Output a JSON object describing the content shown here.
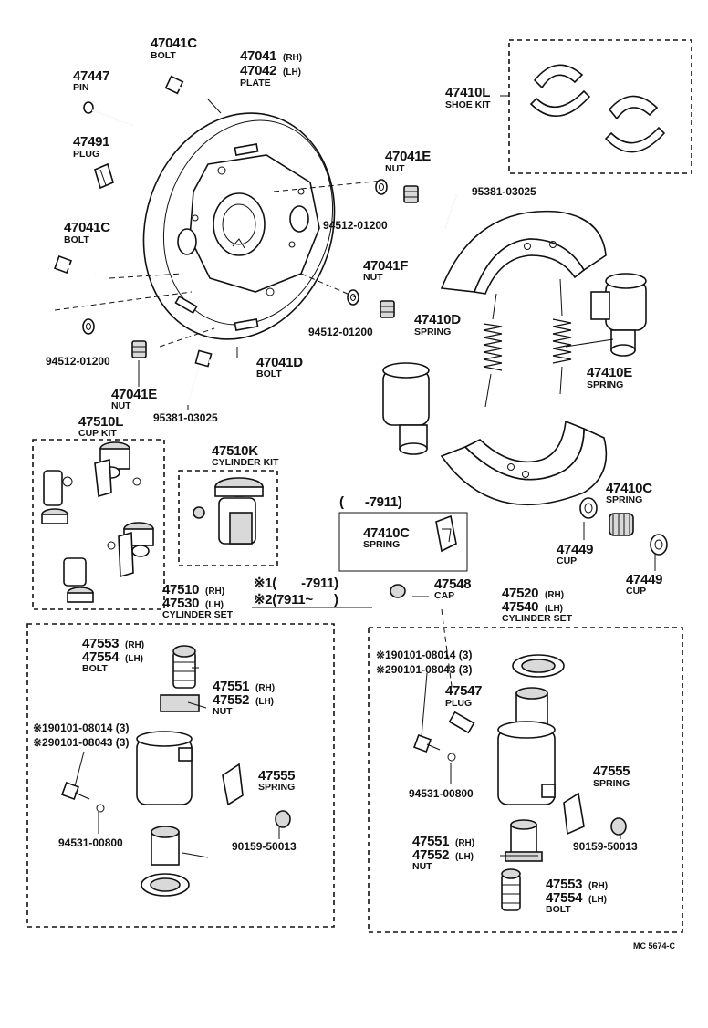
{
  "diagram_code": "MC 5674-C",
  "labels": {
    "p47041c_top": {
      "num": "47041C",
      "name": "BOLT"
    },
    "p47041_plate": {
      "num_rh": "47041",
      "suf_rh": "(RH)",
      "num_lh": "47042",
      "suf_lh": "(LH)",
      "name": "PLATE"
    },
    "p47447": {
      "num": "47447",
      "name": "PIN"
    },
    "p47491": {
      "num": "47491",
      "name": "PLUG"
    },
    "p47410l": {
      "num": "47410L",
      "name": "SHOE KIT"
    },
    "p47041e_right": {
      "num": "47041E",
      "name": "NUT"
    },
    "p95381_top": {
      "num": "95381-03025"
    },
    "p47041c_left": {
      "num": "47041C",
      "name": "BOLT"
    },
    "p94512_a": {
      "num": "94512-01200"
    },
    "p47041f": {
      "num": "47041F",
      "name": "NUT"
    },
    "p94512_b": {
      "num": "94512-01200"
    },
    "p94512_c": {
      "num": "94512-01200"
    },
    "p47410d": {
      "num": "47410D",
      "name": "SPRING"
    },
    "p47041d": {
      "num": "47041D",
      "name": "BOLT"
    },
    "p47041e_left": {
      "num": "47041E",
      "name": "NUT"
    },
    "p47410e": {
      "num": "47410E",
      "name": "SPRING"
    },
    "p95381_bottom": {
      "num": "95381-03025"
    },
    "p47510l": {
      "num": "47510L",
      "name": "CUP KIT"
    },
    "p47510k": {
      "num": "47510K",
      "name": "CYLINDER KIT"
    },
    "range_box": {
      "text": "(      -7911)"
    },
    "p47410c_box": {
      "num": "47410C",
      "name": "SPRING"
    },
    "p47410c_right": {
      "num": "47410C",
      "name": "SPRING"
    },
    "p47449_a": {
      "num": "47449",
      "name": "CUP"
    },
    "p47449_b": {
      "num": "47449",
      "name": "CUP"
    },
    "p47510": {
      "num_rh": "47510",
      "suf_rh": "(RH)",
      "num_lh": "47530",
      "suf_lh": "(LH)",
      "name": "CYLINDER SET"
    },
    "notes": {
      "n1": "※1(       -7911)",
      "n2": "※2(7911~      )"
    },
    "p47548": {
      "num": "47548",
      "name": "CAP"
    },
    "p47520": {
      "num_rh": "47520",
      "suf_rh": "(RH)",
      "num_lh": "47540",
      "suf_lh": "(LH)",
      "name": "CYLINDER SET"
    },
    "p47553_left": {
      "num_rh": "47553",
      "suf_rh": "(RH)",
      "num_lh": "47554",
      "suf_lh": "(LH)",
      "name": "BOLT"
    },
    "p47551_left": {
      "num_rh": "47551",
      "suf_rh": "(RH)",
      "num_lh": "47552",
      "suf_lh": "(LH)",
      "name": "NUT"
    },
    "p190101_left": {
      "l1": "※190101-08014 (3)",
      "l2": "※290101-08043 (3)"
    },
    "p47555_left": {
      "num": "47555",
      "name": "SPRING"
    },
    "p94531_left": {
      "num": "94531-00800"
    },
    "p90159_left": {
      "num": "90159-50013"
    },
    "p190101_right": {
      "l1": "※190101-08014 (3)",
      "l2": "※290101-08043 (3)"
    },
    "p47547": {
      "num": "47547",
      "name": "PLUG"
    },
    "p94531_right": {
      "num": "94531-00800"
    },
    "p47555_right": {
      "num": "47555",
      "name": "SPRING"
    },
    "p90159_right": {
      "num": "90159-50013"
    },
    "p47551_right": {
      "num_rh": "47551",
      "suf_rh": "(RH)",
      "num_lh": "47552",
      "suf_lh": "(LH)",
      "name": "NUT"
    },
    "p47553_right": {
      "num_rh": "47553",
      "suf_rh": "(RH)",
      "num_lh": "47554",
      "suf_lh": "(LH)",
      "name": "BOLT"
    }
  }
}
